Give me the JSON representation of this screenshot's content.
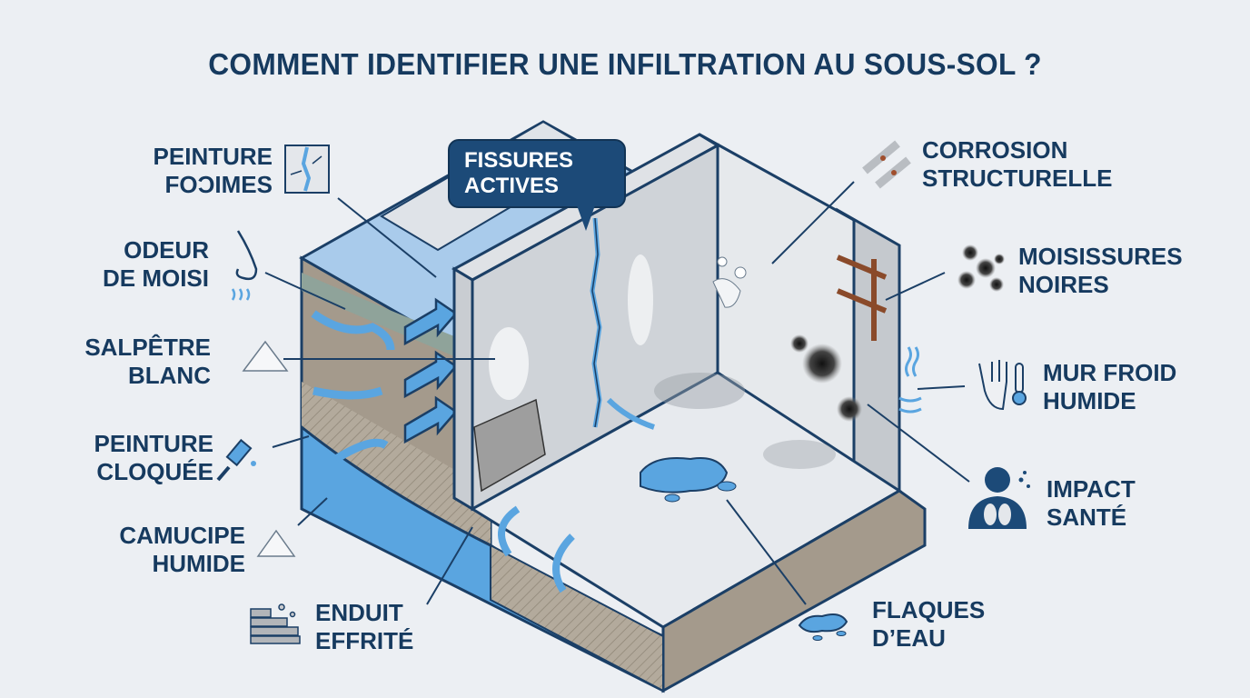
{
  "title": "COMMENT IDENTIFIER UNE INFILTRATION AU SOUS-SOL ?",
  "callout": {
    "line1": "FISSURES",
    "line2": "ACTIVES",
    "icon": "crack-icon"
  },
  "left_labels": [
    {
      "line1": "PEINTURE",
      "line2": "FOƆIMES",
      "icon": "cracked-wall-icon"
    },
    {
      "line1": "ODEUR",
      "line2": "DE MOISI",
      "icon": "nose-smell-icon"
    },
    {
      "line1": "SALPÊTRE",
      "line2": "BLANC",
      "icon": "salt-pile-icon"
    },
    {
      "line1": "PEINTURE",
      "line2": "CLOQUÉE",
      "icon": "paintbrush-icon"
    },
    {
      "line1": "CAMUCIPE",
      "line2": "HUMIDE",
      "icon": "powder-pile-icon"
    },
    {
      "line1": "ENDUIT",
      "line2": "EFFRITÉ",
      "icon": "crumbling-brick-icon"
    }
  ],
  "right_labels": [
    {
      "line1": "CORROSION",
      "line2": "STRUCTURELLE",
      "icon": "rusted-rebar-icon"
    },
    {
      "line1": "MOISISSURES",
      "line2": "NOIRES",
      "icon": "mold-spores-icon"
    },
    {
      "line1": "MUR FROID",
      "line2": "HUMIDE",
      "icon": "hand-thermometer-icon"
    },
    {
      "line1": "IMPACT",
      "line2": "SANTÉ",
      "icon": "lungs-person-icon"
    },
    {
      "line1": "FLAQUES",
      "line2": "D’EAU",
      "icon": "puddle-icon"
    }
  ],
  "colors": {
    "background": "#eceff3",
    "text_navy": "#163a5f",
    "outline": "#1b3f66",
    "water_blue": "#5aa5e0",
    "concrete": "#d3d6da",
    "soil": "#a49a8c",
    "callout_bg": "#1c4a78"
  }
}
